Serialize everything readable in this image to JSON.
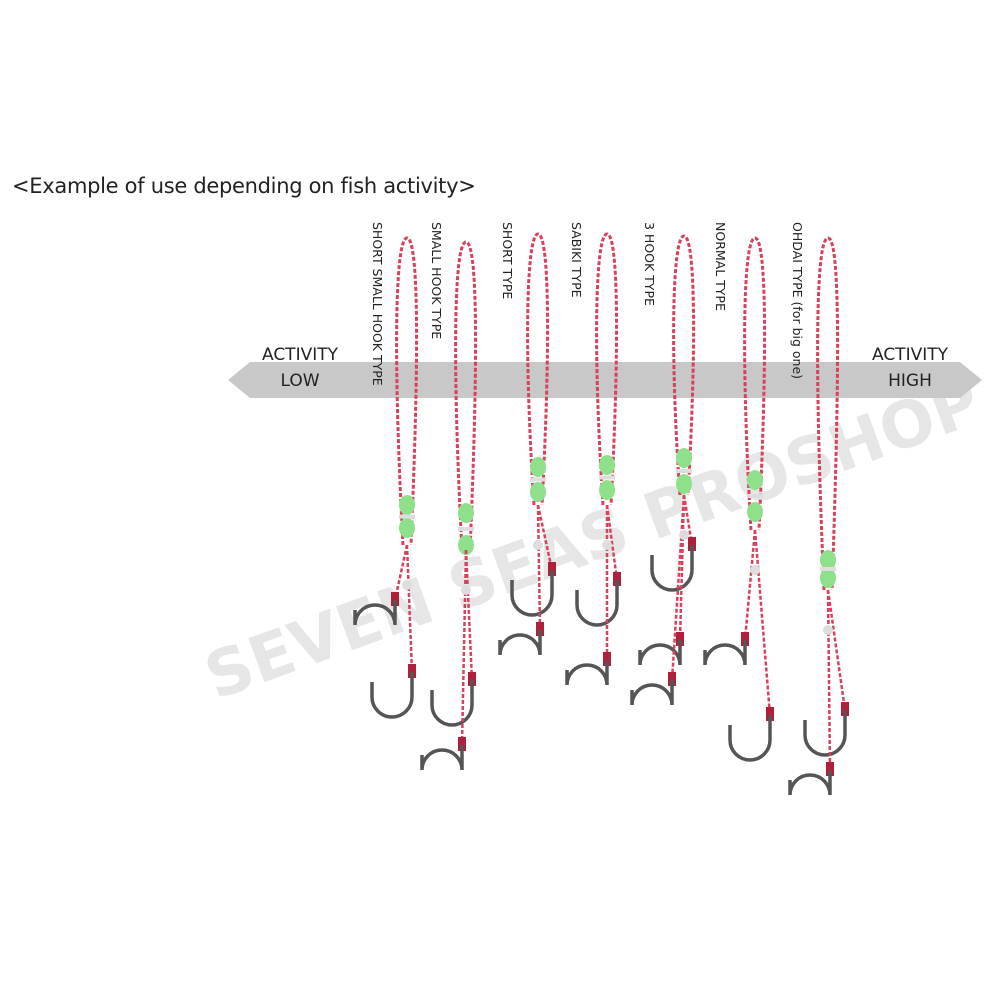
{
  "title": "<Example of use depending on fish activity>",
  "watermark": "SEVEN SEAS PROSHOP",
  "axis": {
    "left_top": "ACTIVITY",
    "left_bottom": "LOW",
    "right_top": "ACTIVITY",
    "right_bottom": "HIGH"
  },
  "rigs": [
    {
      "label": "SHORT SMALL HOOK TYPE"
    },
    {
      "label": "SMALL HOOK TYPE"
    },
    {
      "label": "SHORT TYPE"
    },
    {
      "label": "SABIKI TYPE"
    },
    {
      "label": "3 HOOK TYPE"
    },
    {
      "label": "NORMAL TYPE"
    },
    {
      "label": "OHDAI TYPE (for big one)"
    }
  ],
  "colors": {
    "arrow": "#c8c8c8",
    "line": "#d9405a",
    "bead": "#8fe08a",
    "hook": "#555555"
  }
}
